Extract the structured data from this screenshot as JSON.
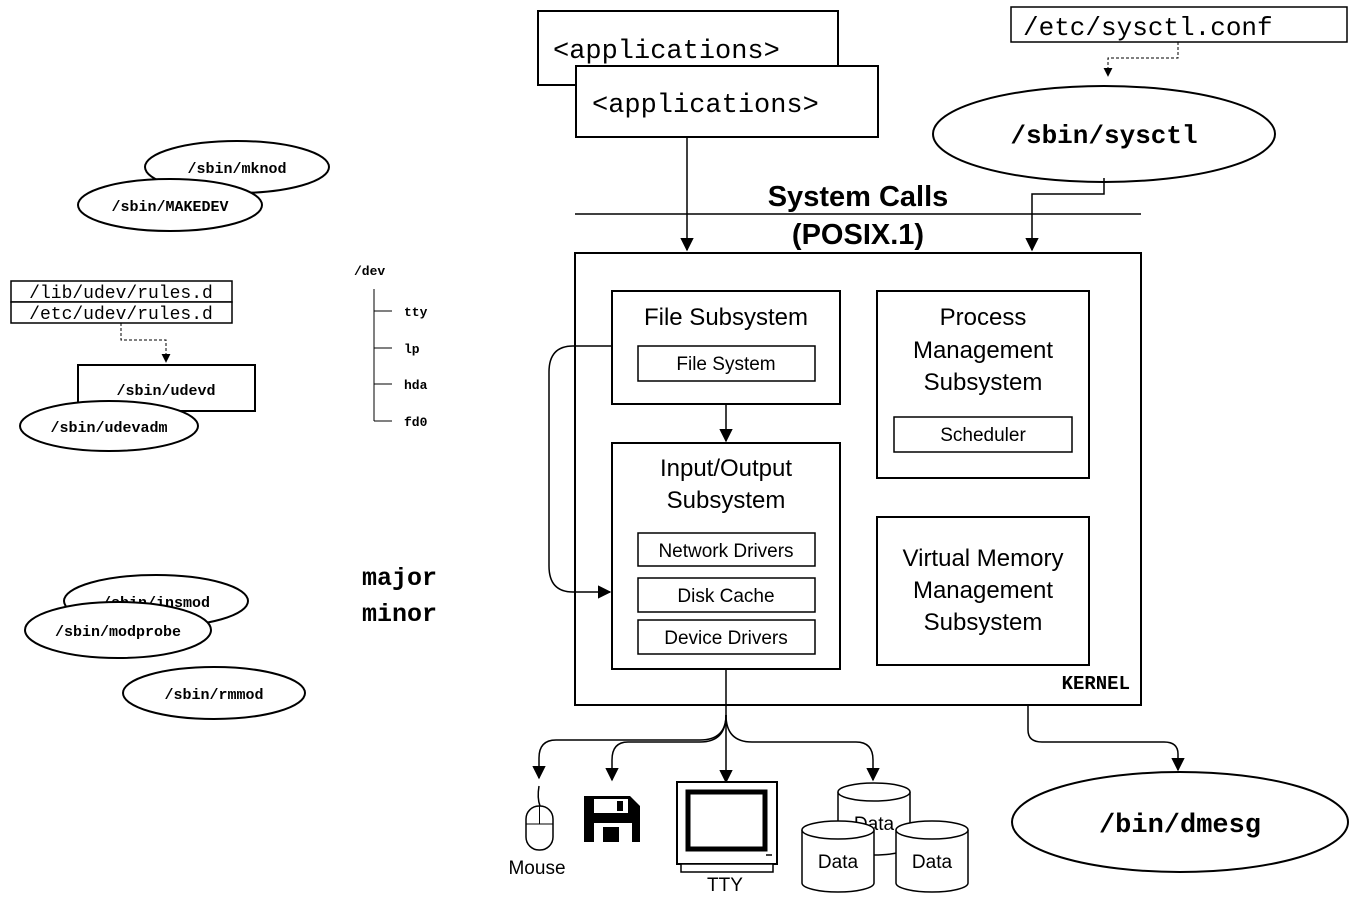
{
  "applications": {
    "back_label": "<applications>",
    "front_label": "<applications>"
  },
  "sysctl": {
    "config_file": "/etc/sysctl.conf",
    "program": "/sbin/sysctl"
  },
  "system_calls": {
    "line1": "System Calls",
    "line2": "(POSIX.1)"
  },
  "kernel": {
    "label": "KERNEL",
    "file_subsystem": {
      "title": "File Subsystem",
      "inner": "File System"
    },
    "io_subsystem": {
      "title_line1": "Input/Output",
      "title_line2": "Subsystem",
      "items": [
        "Network Drivers",
        "Disk Cache",
        "Device Drivers"
      ]
    },
    "process_subsystem": {
      "title_line1": "Process",
      "title_line2": "Management",
      "title_line3": "Subsystem",
      "inner": "Scheduler"
    },
    "vm_subsystem": {
      "title_line1": "Virtual Memory",
      "title_line2": "Management",
      "title_line3": "Subsystem"
    }
  },
  "dmesg": {
    "program": "/bin/dmesg"
  },
  "devices": {
    "mouse_label": "Mouse",
    "tty_label": "TTY",
    "data_labels": [
      "Data",
      "Data",
      "Data"
    ]
  },
  "device_nodes": {
    "mknod": "/sbin/mknod",
    "makedev": "/sbin/MAKEDEV"
  },
  "udev": {
    "rules_lib": "/lib/udev/rules.d",
    "rules_etc": "/etc/udev/rules.d",
    "daemon": "/sbin/udevd",
    "admin": "/sbin/udevadm"
  },
  "dev_tree": {
    "root": "/dev",
    "entries": [
      "tty",
      "lp",
      "hda",
      "fd0"
    ]
  },
  "numbers": {
    "major": "major",
    "minor": "minor"
  },
  "modules": {
    "insmod": "/sbin/insmod",
    "modprobe": "/sbin/modprobe",
    "rmmod": "/sbin/rmmod"
  }
}
